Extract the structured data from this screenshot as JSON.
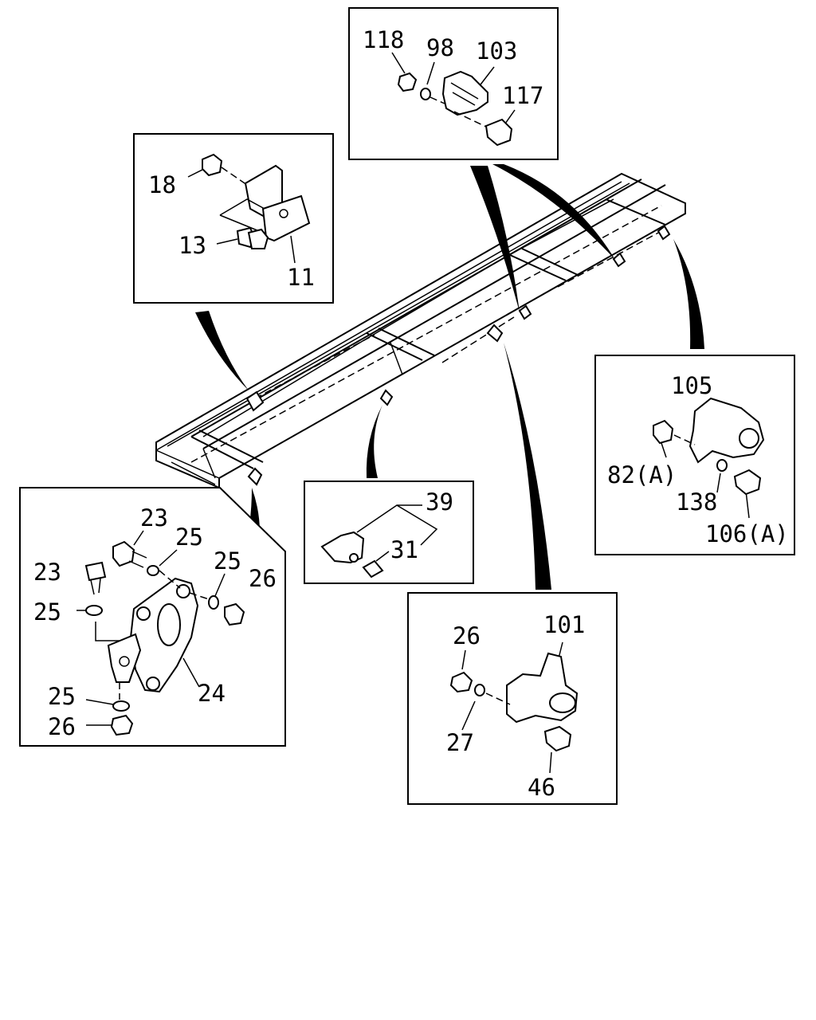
{
  "callouts": {
    "top_center": {
      "labels": [
        "118",
        "98",
        "103",
        "117"
      ]
    },
    "upper_left": {
      "labels": [
        "18",
        "13",
        "11"
      ]
    },
    "right": {
      "labels": [
        "105",
        "82(A)",
        "138",
        "106(A)"
      ]
    },
    "lower_left": {
      "labels": [
        "23",
        "25",
        "25",
        "26",
        "23",
        "25",
        "25",
        "26",
        "24"
      ]
    },
    "center": {
      "labels": [
        "39",
        "31"
      ]
    },
    "bottom_right": {
      "labels": [
        "26",
        "101",
        "27",
        "46"
      ]
    }
  },
  "colors": {
    "line": "#000000",
    "background": "#ffffff"
  }
}
